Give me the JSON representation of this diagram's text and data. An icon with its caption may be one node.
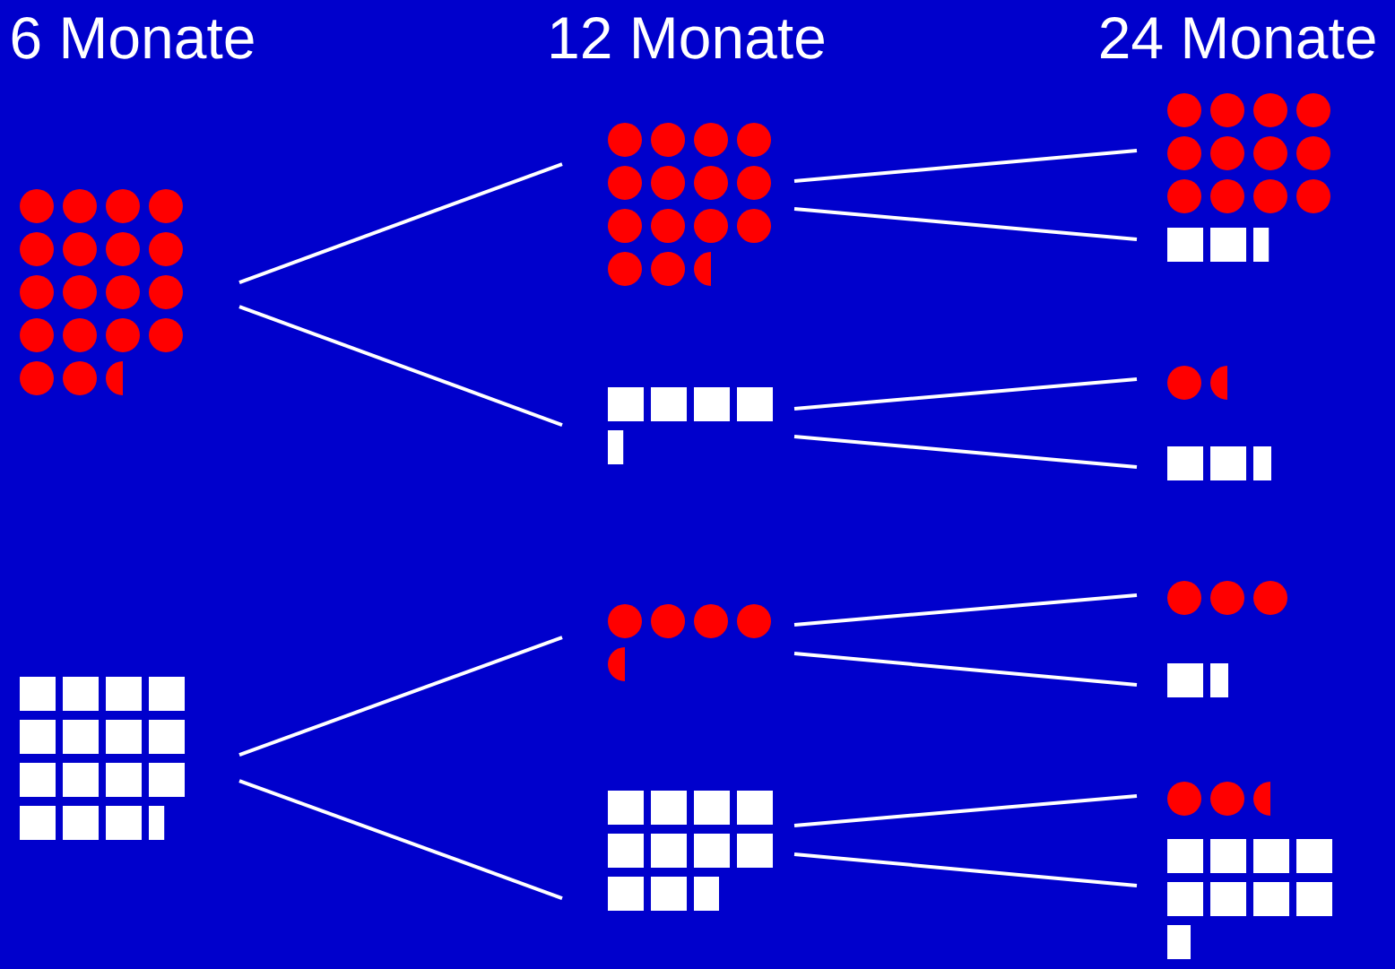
{
  "diagram": {
    "nodes": [
      {
        "text": [],
        "shape": "circle"
      },
      {
        "text": [],
        "shape": "box"
      },
      {
        "text": [],
        "shape": "circle"
      },
      {
        "text": [],
        "shape": "box"
      },
      {
        "text": [],
        "shape": "circle"
      },
      {
        "text": [],
        "shape": "box"
      },
      {
        "text": [],
        "shape": "circle"
      },
      {
        "text": [],
        "shape": "box"
      },
      {
        "text": [],
        "shape": "circle"
      },
      {
        "text": [],
        "shape": "box"
      },
      {
        "text": [],
        "shape": "circle"
      },
      {
        "text": [],
        "shape": "box"
      },
      {
        "text": [],
        "shape": "circle"
      },
      {
        "text": [],
        "shape": "box"
      }
    ],
    "edges": [
      {
        "from": 0,
        "to": 2,
        "arrow": "none"
      },
      {
        "from": 0,
        "to": 3,
        "arrow": "none"
      },
      {
        "from": 1,
        "to": 4,
        "arrow": "none"
      },
      {
        "from": 1,
        "to": 5,
        "arrow": "none"
      },
      {
        "from": 2,
        "to": 6,
        "arrow": "none"
      },
      {
        "from": 2,
        "to": 7,
        "arrow": "none"
      },
      {
        "from": 3,
        "to": 8,
        "arrow": "none"
      },
      {
        "from": 3,
        "to": 9,
        "arrow": "none"
      },
      {
        "from": 4,
        "to": 10,
        "arrow": "none"
      },
      {
        "from": 4,
        "to": 11,
        "arrow": "none"
      },
      {
        "from": 5,
        "to": 12,
        "arrow": "none"
      },
      {
        "from": 5,
        "to": 13,
        "arrow": "none"
      }
    ],
    "labels": [
      "6 Monate",
      "12 Monate",
      "24 Monate"
    ]
  }
}
